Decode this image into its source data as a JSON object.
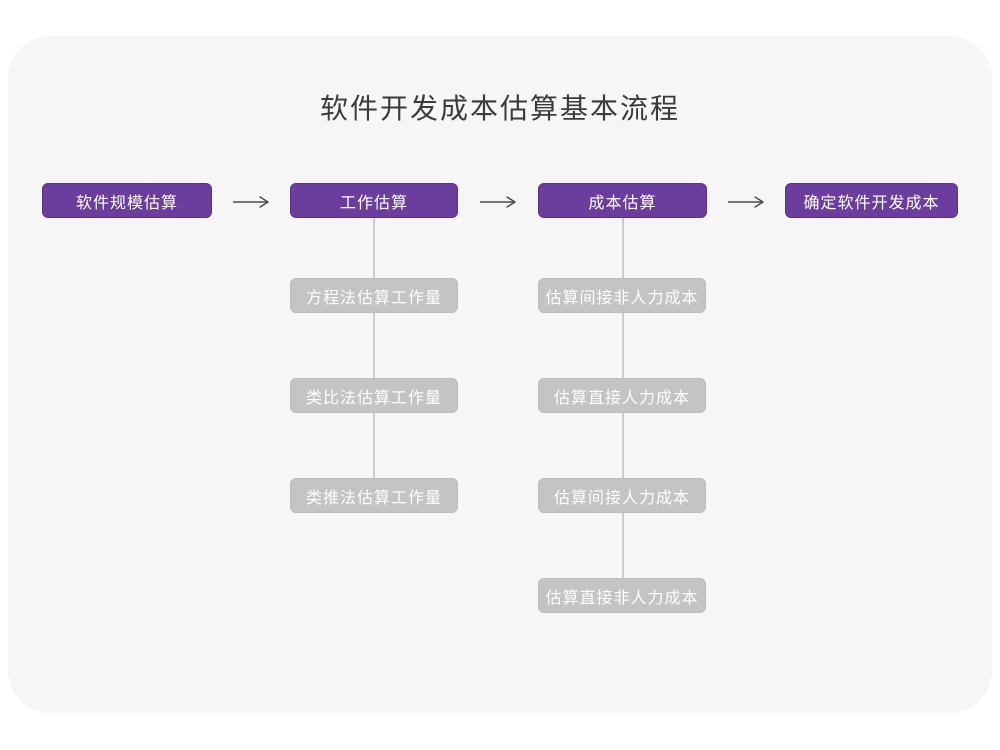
{
  "page": {
    "title": "软件开发成本估算基本流程"
  },
  "colors": {
    "canvas_background": "#ffffff",
    "card_background": "#f6f6f6",
    "primary_node_fill": "#6b3e9e",
    "primary_node_border": "#5a3388",
    "secondary_node_fill": "#c4c4c4",
    "node_text": "#ffffff",
    "title_text": "#3b3b3b",
    "arrow": "#4a4a4a",
    "connector_line": "#cccccc"
  },
  "flow": {
    "main_steps": [
      {
        "label": "软件规模估算"
      },
      {
        "label": "工作估算"
      },
      {
        "label": "成本估算"
      },
      {
        "label": "确定软件开发成本"
      }
    ],
    "work_estimation_methods": [
      {
        "label": "方程法估算工作量"
      },
      {
        "label": "类比法估算工作量"
      },
      {
        "label": "类推法估算工作量"
      }
    ],
    "cost_estimation_steps": [
      {
        "label": "估算间接非人力成本"
      },
      {
        "label": "估算直接人力成本"
      },
      {
        "label": "估算间接人力成本"
      },
      {
        "label": "估算直接非人力成本"
      }
    ]
  }
}
